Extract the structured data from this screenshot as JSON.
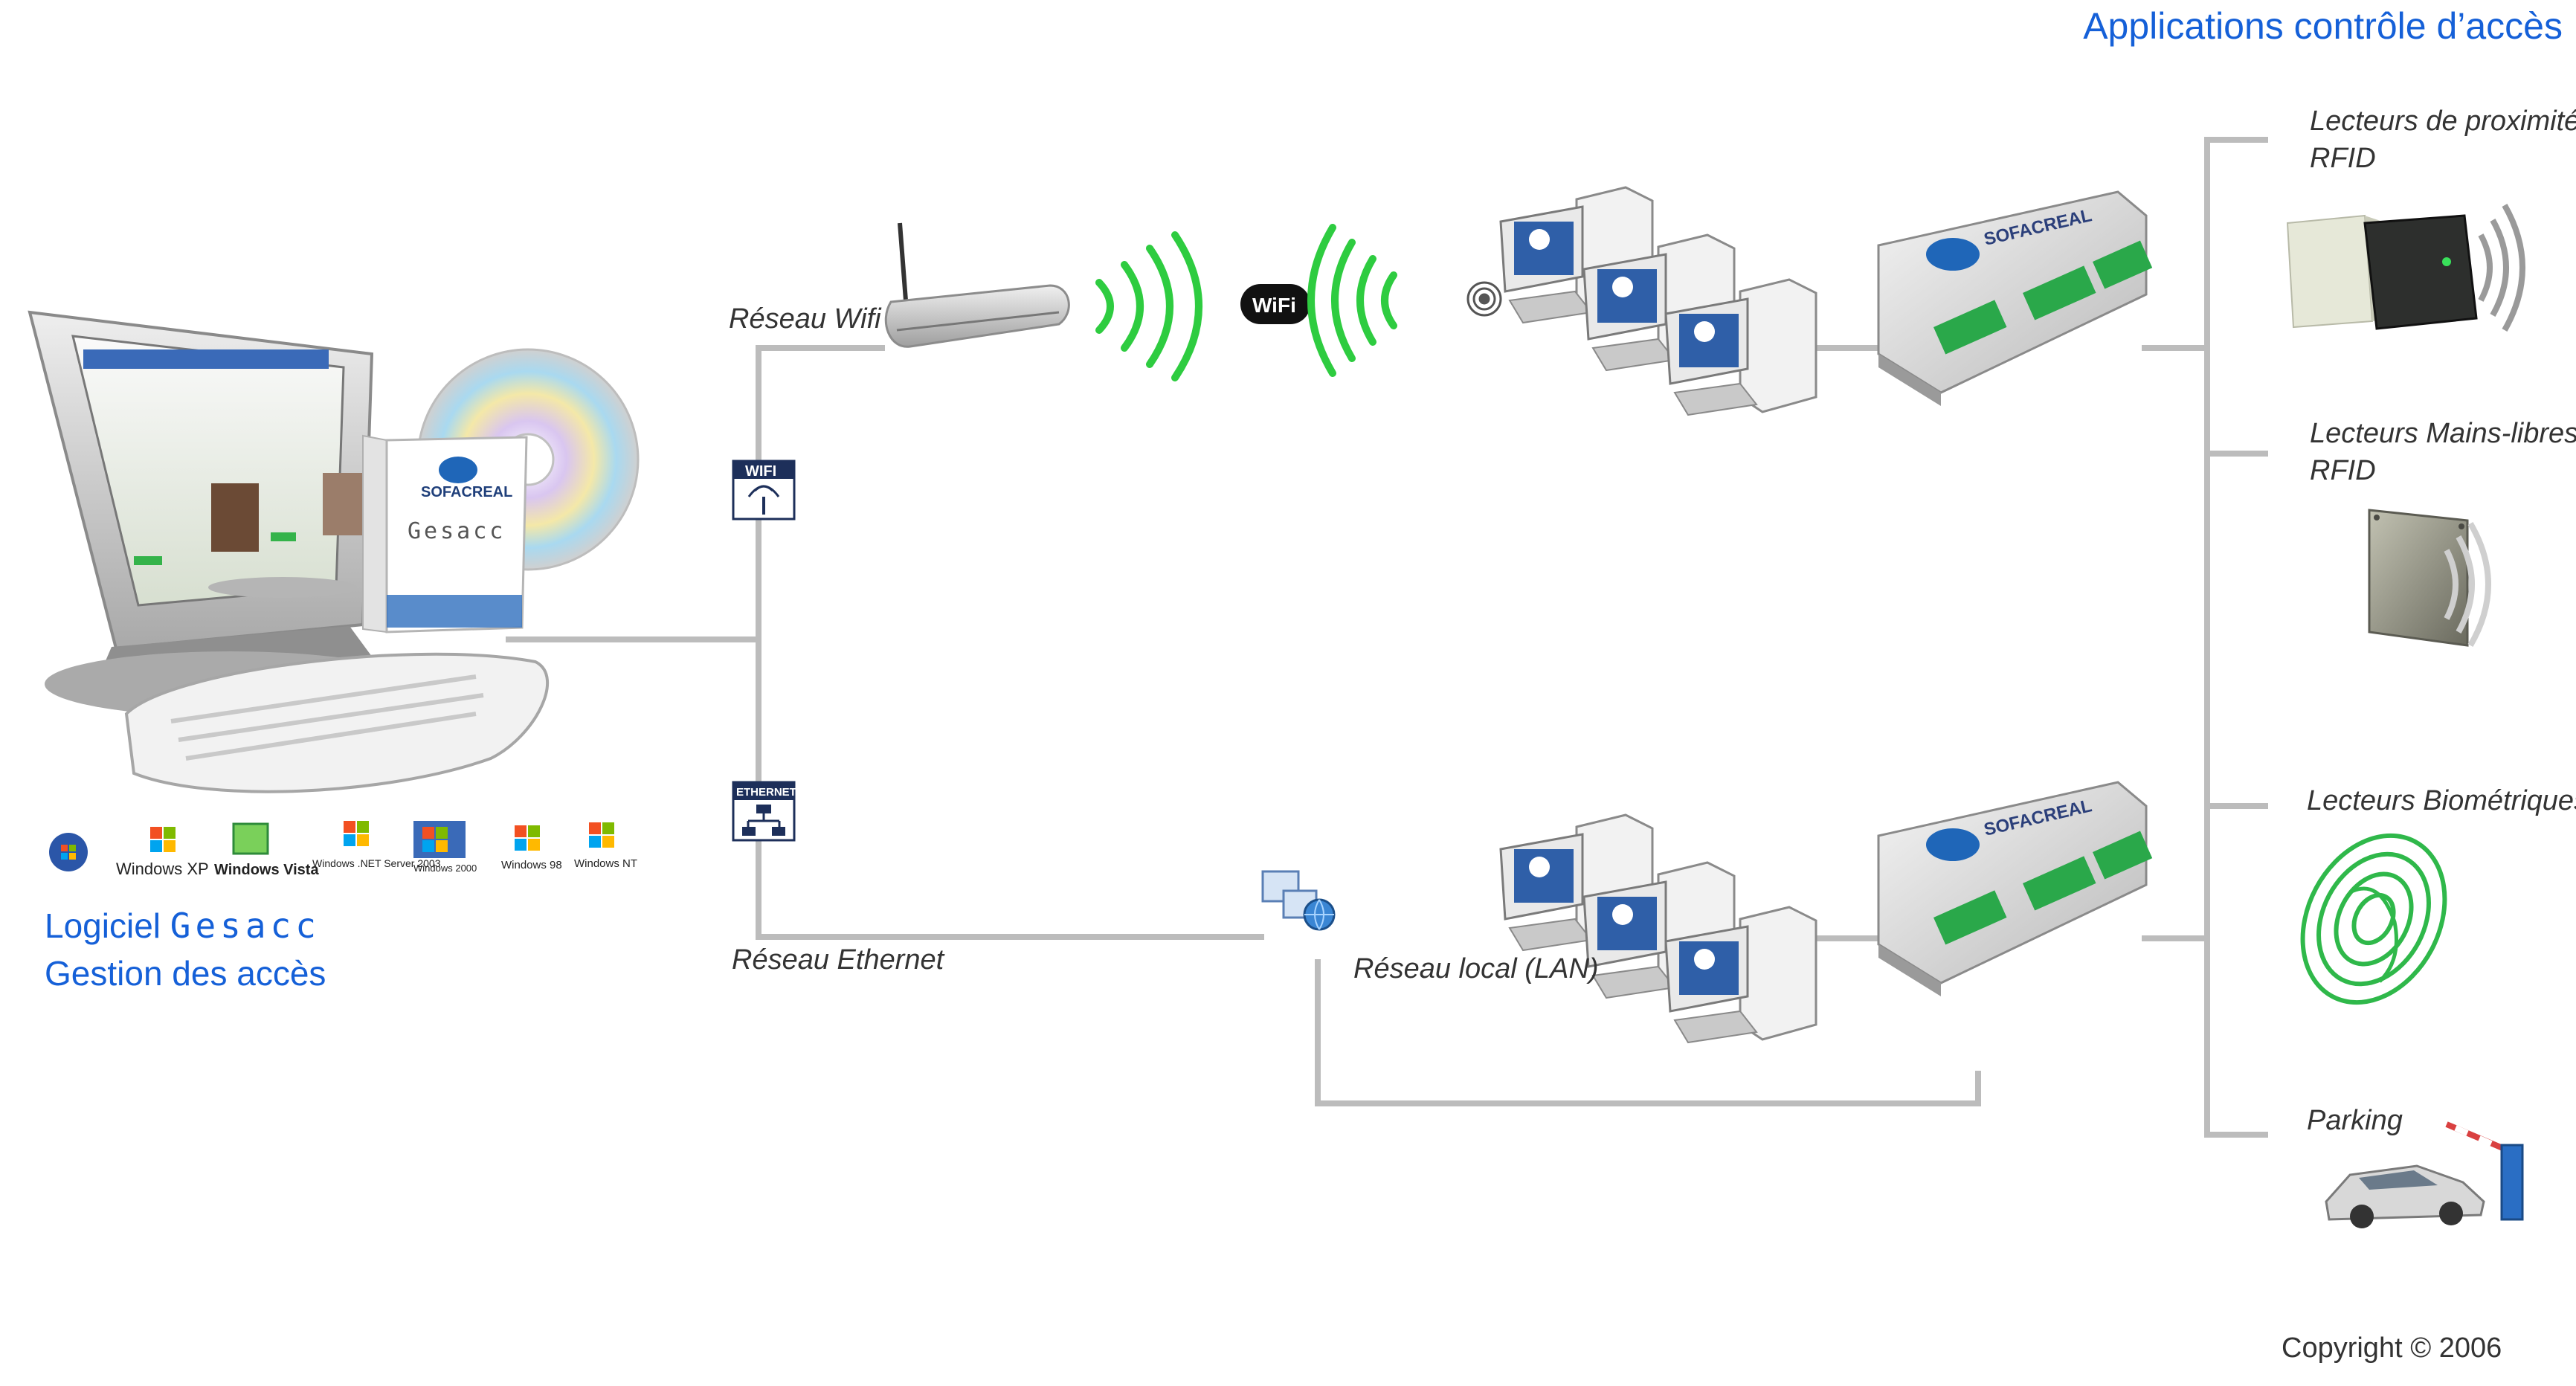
{
  "title": "Applications contrôle d’accès",
  "software": {
    "line1_prefix": "Logiciel",
    "line1_brand": "Gesacc",
    "line2": "Gestion des accès",
    "box_brand": "SOFACREAL",
    "box_product": "Gesacc",
    "os_logos": [
      "Windows XP",
      "Windows Vista",
      "Windows .NET Server 2003",
      "Windows 2000",
      "Windows 98",
      "Windows NT"
    ]
  },
  "networks": {
    "wifi_label": "Réseau Wifi",
    "ethernet_label": "Réseau Ethernet",
    "lan_label": "Réseau local (LAN)",
    "wifi_badge": "WIFI",
    "ethernet_badge": "ETHERNET",
    "wifi_logo": "WiFi"
  },
  "controller_brand": "SOFACREAL",
  "applications": [
    {
      "line1": "Lecteurs de proximité",
      "line2": "RFID"
    },
    {
      "line1": "Lecteurs Mains-libres",
      "line2": "RFID"
    },
    {
      "line1": "Lecteurs Biométriques",
      "line2": ""
    },
    {
      "line1": "Parking",
      "line2": ""
    }
  ],
  "copyright": "Copyright © 2006",
  "colors": {
    "accent": "#1560d8",
    "line": "#bcbcbc",
    "signal": "#22c83a",
    "terminal_green": "#2aa84a"
  }
}
